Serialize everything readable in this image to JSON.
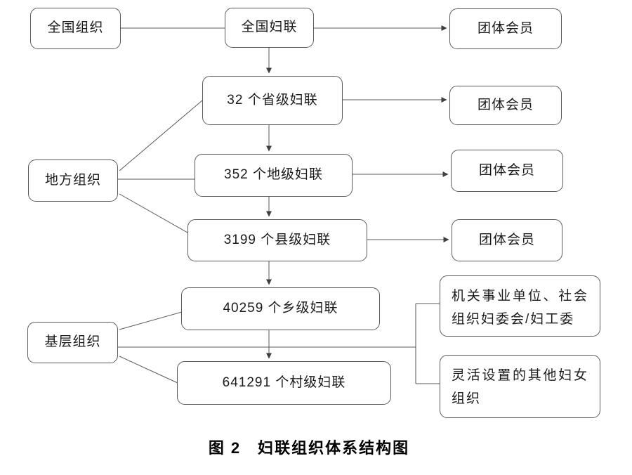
{
  "diagram": {
    "caption": "图 2　妇联组织体系结构图",
    "left_labels": {
      "national": "全国组织",
      "local": "地方组织",
      "grassroots": "基层组织"
    },
    "nodes": {
      "national_federation": "全国妇联",
      "provincial": "32 个省级妇联",
      "prefecture": "352 个地级妇联",
      "county": "3199 个县级妇联",
      "township": "40259 个乡级妇联",
      "village": "641291 个村级妇联",
      "group_member_1": "团体会员",
      "group_member_2": "团体会员",
      "group_member_3": "团体会员",
      "group_member_4": "团体会员",
      "org_committees": "机关事业单位、社会组织妇委会/妇工委",
      "flexible_orgs": "灵活设置的其他妇女组织"
    },
    "counts": {
      "provincial_federations": 32,
      "prefecture_federations": 352,
      "county_federations": 3199,
      "township_federations": 40259,
      "village_federations": 641291
    },
    "colors": {
      "line": "#5a5a5a",
      "border": "#5a5a5a",
      "text": "#1a1a1a",
      "background": "#ffffff"
    }
  }
}
